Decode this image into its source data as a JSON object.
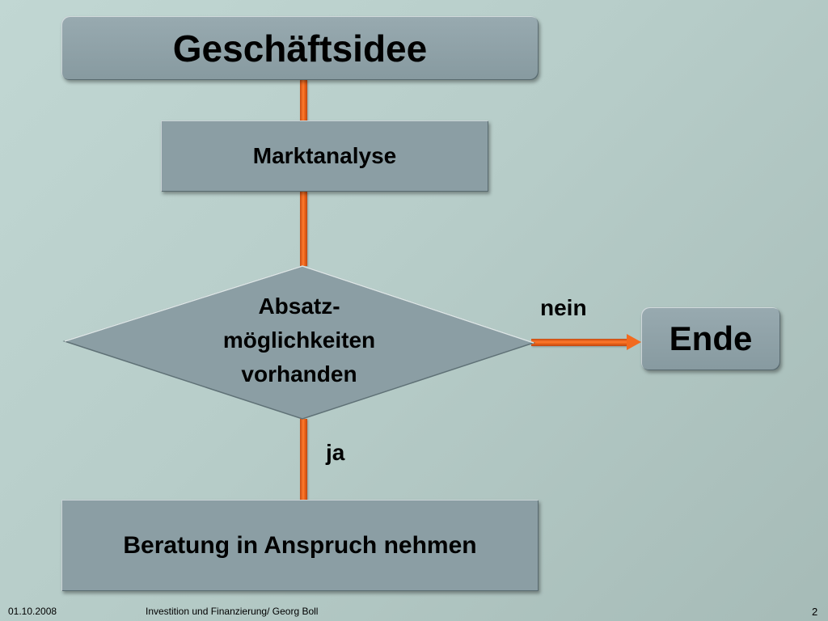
{
  "diagram": {
    "start": "Geschäftsidee",
    "step": "Marktanalyse",
    "decision": {
      "lines": [
        "Absatz-",
        "möglichkeiten",
        "vorhanden"
      ]
    },
    "no_label": "nein",
    "no_target": "Ende",
    "yes_label": "ja",
    "yes_target": "Beratung in Anspruch nehmen"
  },
  "footer": {
    "date": "01.10.2008",
    "title": "Investition und Finanzierung/ Georg Boll",
    "page": "2"
  },
  "colors": {
    "connector": "#f26a1f",
    "box_fill": "#8b9ea4",
    "background": "#b7cdc9"
  }
}
